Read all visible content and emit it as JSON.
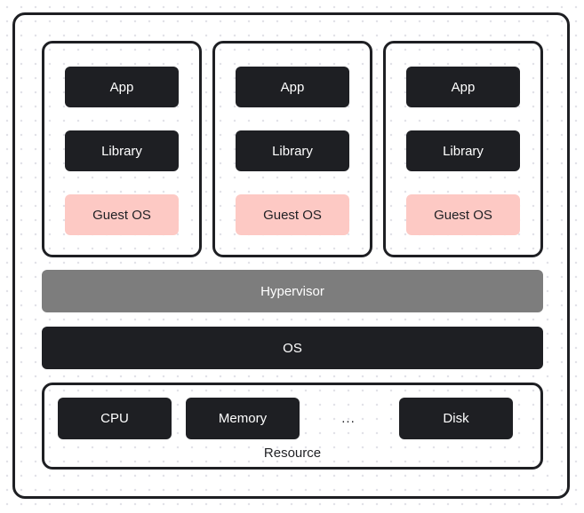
{
  "diagram": {
    "title_hint": "virtualization-architecture",
    "vms": [
      {
        "layers": [
          "App",
          "Library",
          "Guest OS"
        ]
      },
      {
        "layers": [
          "App",
          "Library",
          "Guest OS"
        ]
      },
      {
        "layers": [
          "App",
          "Library",
          "Guest OS"
        ]
      }
    ],
    "hypervisor": {
      "label": "Hypervisor"
    },
    "os": {
      "label": "OS"
    },
    "resource": {
      "label": "Resource",
      "items": [
        "CPU",
        "Memory",
        "Disk"
      ],
      "ellipsis": "..."
    },
    "colors": {
      "box_dark": "#1e1f23",
      "box_pink": "#fdc9c4",
      "bar_gray": "#7d7d7d",
      "border": "#1e1f23",
      "canvas_dot": "#e2e2e8",
      "text_light": "#ffffff",
      "text_dark": "#1f2024"
    }
  }
}
